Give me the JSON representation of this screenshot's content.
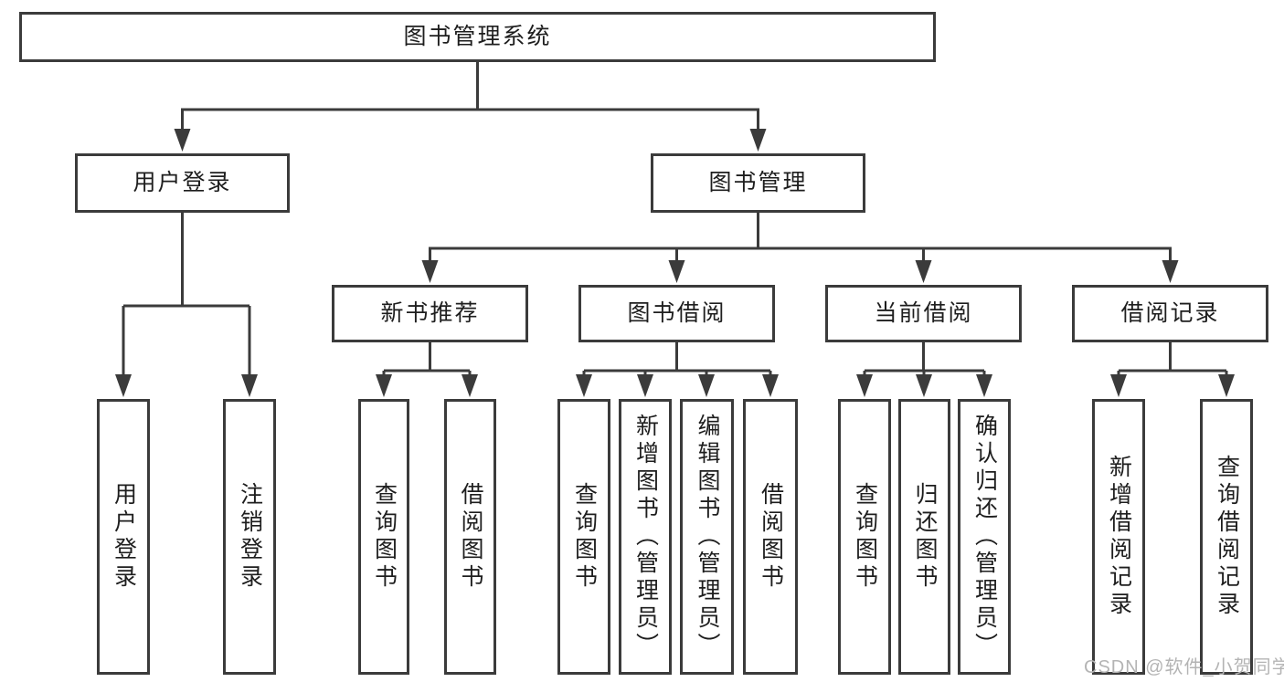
{
  "diagram": {
    "type": "hierarchy-tree",
    "root": {
      "label": "图书管理系统"
    },
    "branches": [
      {
        "label": "用户登录",
        "children": [
          {
            "label": "用户登录"
          },
          {
            "label": "注销登录"
          }
        ]
      },
      {
        "label": "图书管理",
        "children": [
          {
            "label": "新书推荐",
            "children": [
              {
                "label": "查询图书"
              },
              {
                "label": "借阅图书"
              }
            ]
          },
          {
            "label": "图书借阅",
            "children": [
              {
                "label": "查询图书"
              },
              {
                "label": "新增图书（管理员）"
              },
              {
                "label": "编辑图书（管理员）"
              },
              {
                "label": "借阅图书"
              }
            ]
          },
          {
            "label": "当前借阅",
            "children": [
              {
                "label": "查询图书"
              },
              {
                "label": "归还图书"
              },
              {
                "label": "确认归还（管理员）"
              }
            ]
          },
          {
            "label": "借阅记录",
            "children": [
              {
                "label": "新增借阅记录"
              },
              {
                "label": "查询借阅记录"
              }
            ]
          }
        ]
      }
    ],
    "watermark": "CSDN @软件_小贺同学",
    "colors": {
      "line": "#3b3b3b",
      "node_border": "#3b3b3b",
      "node_fill": "#ffffff",
      "text": "#1e1e1e",
      "watermark": "#b4b4b4",
      "background": "#ffffff"
    }
  }
}
